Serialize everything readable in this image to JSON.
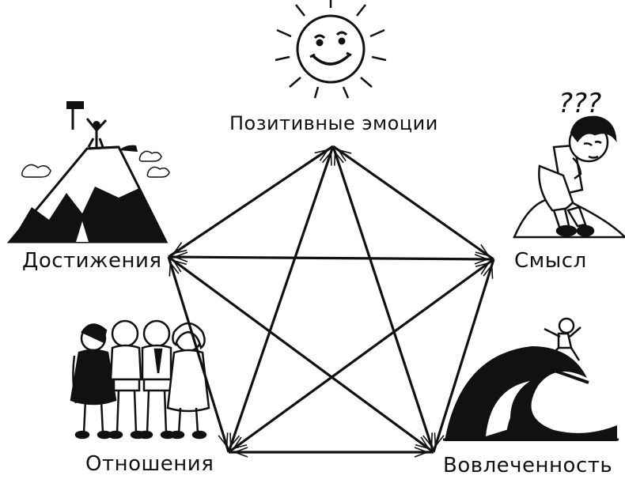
{
  "diagram": {
    "nodes": [
      {
        "id": "positive",
        "label": "Позитивные эмоции",
        "icon": "sun-icon"
      },
      {
        "id": "achievement",
        "label": "Достижения",
        "icon": "mountain-climber-icon"
      },
      {
        "id": "meaning",
        "label": "Смысл",
        "icon": "thinking-man-icon"
      },
      {
        "id": "relationships",
        "label": "Отношения",
        "icon": "group-of-friends-icon"
      },
      {
        "id": "engagement",
        "label": "Вовлеченность",
        "icon": "surfer-wave-icon"
      }
    ],
    "edges": [
      [
        "positive",
        "achievement"
      ],
      [
        "positive",
        "meaning"
      ],
      [
        "positive",
        "relationships"
      ],
      [
        "positive",
        "engagement"
      ],
      [
        "achievement",
        "meaning"
      ],
      [
        "achievement",
        "relationships"
      ],
      [
        "achievement",
        "engagement"
      ],
      [
        "meaning",
        "relationships"
      ],
      [
        "meaning",
        "engagement"
      ],
      [
        "relationships",
        "engagement"
      ]
    ],
    "question_marks": "???",
    "line_color": "#111111"
  }
}
